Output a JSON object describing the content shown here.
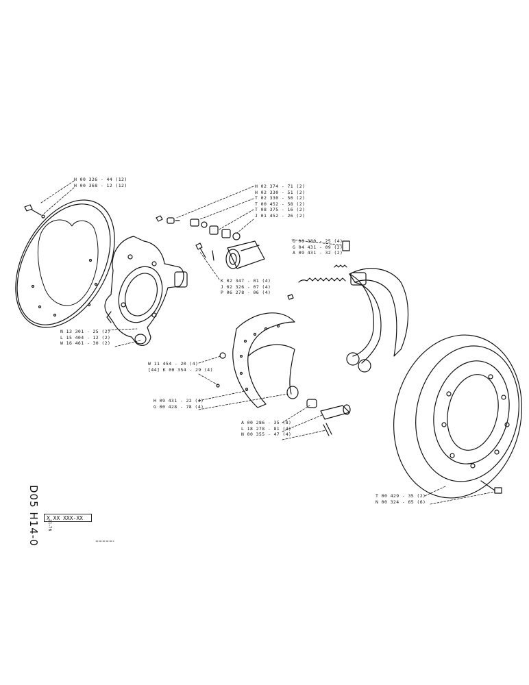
{
  "labels": {
    "plate_bolt": [
      "H 00 326 - 44 (12)",
      "H 00 368 - 12 (12)"
    ],
    "cylinder_parts": [
      "H 02 374 - 71 (2)",
      "H 02 330 - 51 (2)",
      "T 02 330 - 50 (2)",
      "T 00 452 - 58 (2)",
      "T 08 375 - 16 (2)",
      "J 01 452 - 26 (2)"
    ],
    "spring_parts": [
      "G 00 380 - 25 (4)",
      "G 04 431 - 09 (2)",
      "A 09 431 - 32 (2)"
    ],
    "cylinder_fix": [
      "K 02 347 - 01 (4)",
      "J 02 326 - 07 (4)",
      "P 06 278 - 06 (4)"
    ],
    "plate_fix": [
      "N 13 301 - 25 (2)",
      "L 15 404 - 12 (2)",
      "W 16 461 - 30 (2)"
    ],
    "lining_rivets": [
      "W 11 454 - 20 (4)",
      "[44] K 00 354 - 29 (4)"
    ],
    "shoe_pin": [
      "H 09 431 - 22 (4)",
      "G 00 428 - 78 (4)"
    ],
    "pin_parts": [
      "A 00 286 - 35 (8)",
      "L 18 278 - 81 (4)",
      "N 00 355 - 47 (4)"
    ],
    "drum_parts": [
      "T 00 429 - 35 (2)",
      "N 00 324 - 65 (6)"
    ]
  },
  "side_code": "D05 H14-0",
  "side_date": "11-76",
  "ref_box": "X XX XXX-XX"
}
